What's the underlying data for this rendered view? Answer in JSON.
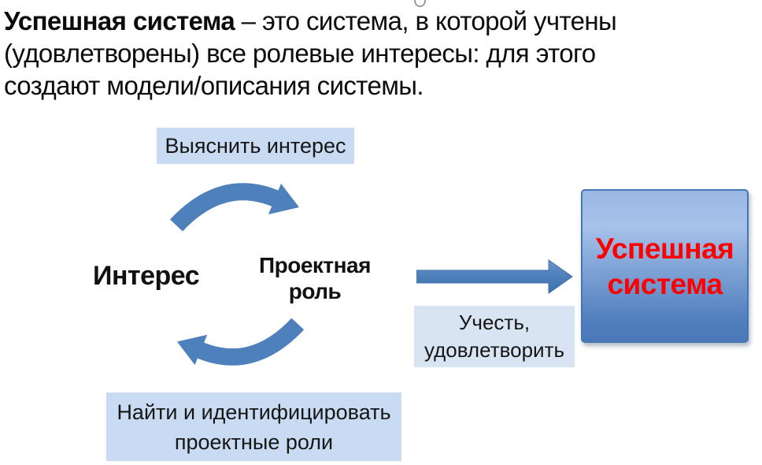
{
  "title": {
    "line1_bold": "Успешная система",
    "line1_rest": " – это система, в которой учтены",
    "line2": "(удовлетворены) все ролевые интересы: для этого",
    "line3": "создают модели/описания системы."
  },
  "diagram": {
    "clarify_label": "Выяснить интерес",
    "interest_node": "Интерес",
    "role_node_line1": "Проектная",
    "role_node_line2": "роль",
    "find_label_line1": "Найти и идентифицировать",
    "find_label_line2": "проектные роли",
    "account_label_line1": "Учесть,",
    "account_label_line2": "удовлетворить",
    "result_line1": "Успешная",
    "result_line2": "система"
  },
  "colors": {
    "label_box_bg": "#c9dbf2",
    "account_box_bg": "#d9e4f3",
    "arrow_fill": "#4e80bc",
    "arrow_edge": "#3f6fa8",
    "result_border": "#4576b2",
    "result_gradient_top": "#9ab8e4",
    "result_gradient_bottom": "#4a78b8",
    "result_text_color": "#fe0000",
    "title_color": "#0c0c0c"
  }
}
